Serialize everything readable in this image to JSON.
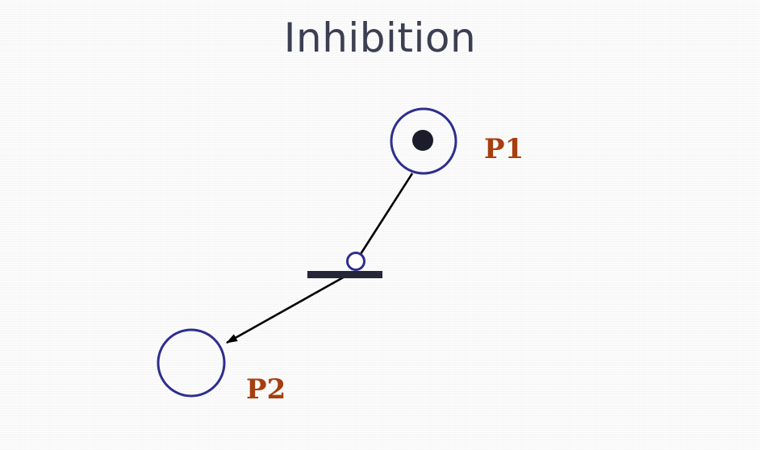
{
  "slide": {
    "title": "Inhibition"
  },
  "petri_net": {
    "places": [
      {
        "label": "P1",
        "tokens": 1
      },
      {
        "label": "P2",
        "tokens": 0
      }
    ],
    "transitions": 1,
    "arcs": [
      {
        "from": "P1",
        "to": "transition",
        "type": "inhibitor"
      },
      {
        "from": "transition",
        "to": "P2",
        "type": "normal"
      }
    ]
  },
  "colors": {
    "place_stroke": "#2e2e8f",
    "token": "#1c1c2c",
    "transition": "#262638",
    "arc": "#000000",
    "label": "#a63f0f",
    "title": "#3c3f52"
  }
}
